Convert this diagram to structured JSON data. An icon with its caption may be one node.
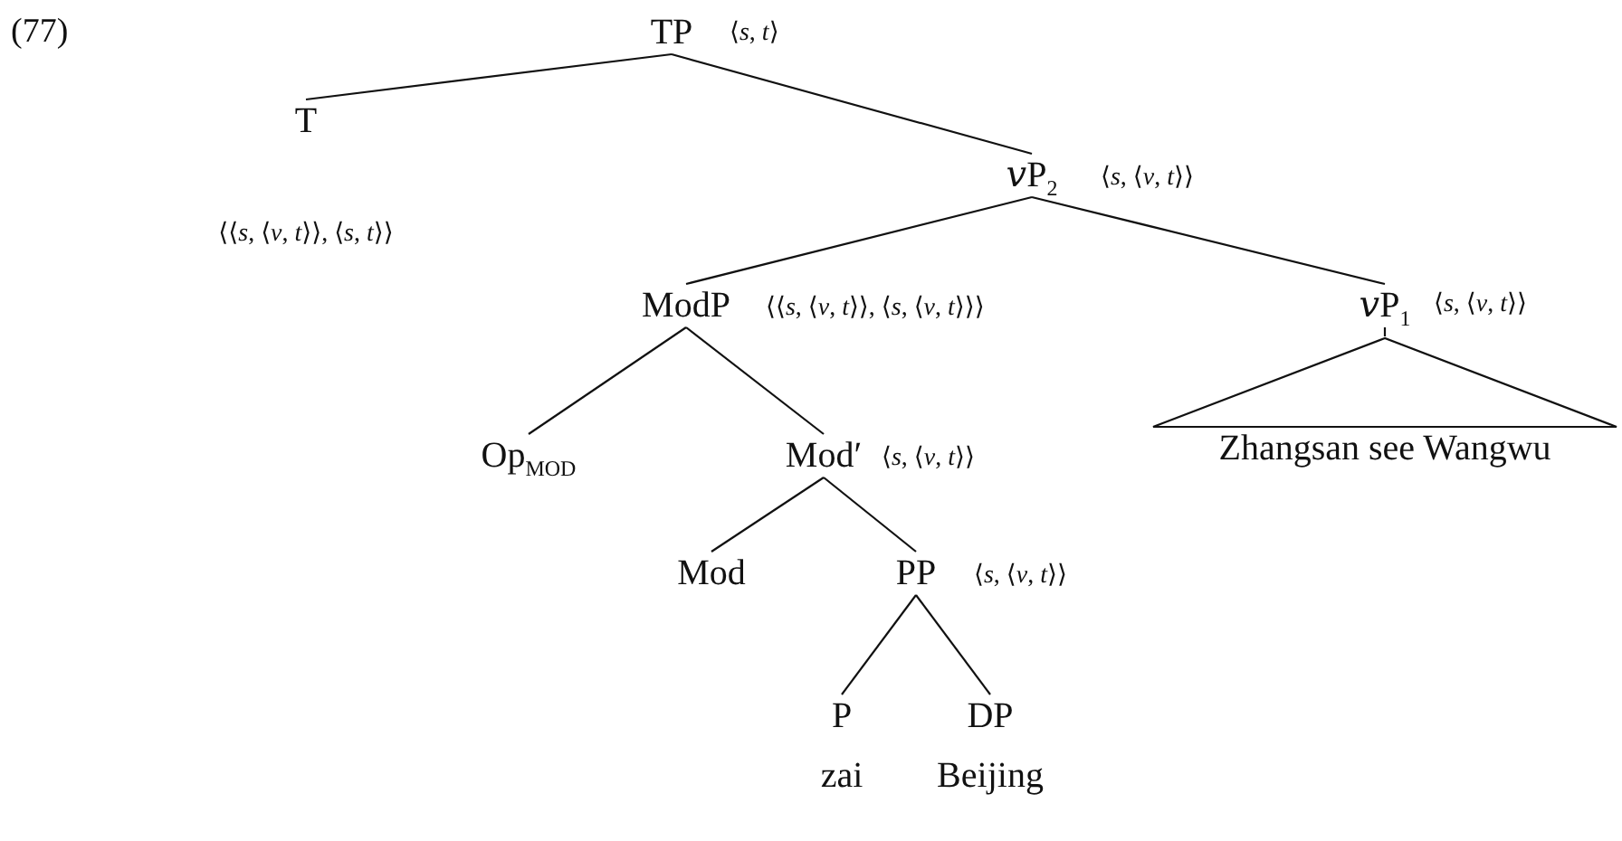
{
  "diagram": {
    "nodes": [
      {
        "text": [
          "TP"
        ],
        "beside": [
          "⟨*s*, *t*⟩"
        ]
      },
      {
        "text": [
          "T"
        ],
        "beside": [
          "⟨⟨*s*, ⟨*v*, *t*⟩⟩, ⟨*s*, *t*⟩⟩"
        ]
      },
      {
        "text": [
          "𝑣P$_{2}$"
        ],
        "beside": [
          "⟨*s*, ⟨*v*, *t*⟩⟩"
        ]
      },
      {
        "text": [
          "ModP"
        ],
        "beside": [
          "⟨⟨*s*, ⟨*v*, *t*⟩⟩, ⟨*s*, ⟨*v*, *t*⟩⟩⟩"
        ]
      },
      {
        "text": [
          "𝑣P$_{1}$"
        ],
        "beside": [
          "⟨*s*, ⟨*v*, *t*⟩⟩"
        ]
      },
      {
        "text": [
          "Zhangsan see Wangwu"
        ]
      },
      {
        "text": [
          "Op$_{MOD}$"
        ]
      },
      {
        "text": [
          "Mod′"
        ],
        "beside": [
          "⟨*s*, ⟨*v*, *t*⟩⟩"
        ]
      },
      {
        "text": [
          "Mod"
        ]
      },
      {
        "text": [
          "PP"
        ],
        "beside": [
          "⟨*s*, ⟨*v*, *t*⟩⟩"
        ]
      },
      {
        "text": [
          "P",
          "zai"
        ]
      },
      {
        "text": [
          "DP",
          "Beijing"
        ]
      }
    ],
    "edges": [
      {
        "from": 0,
        "to": 1,
        "arrow": "none"
      },
      {
        "from": 0,
        "to": 2,
        "arrow": "none"
      },
      {
        "from": 2,
        "to": 3,
        "arrow": "none"
      },
      {
        "from": 2,
        "to": 4,
        "arrow": "none"
      },
      {
        "from": 4,
        "to": 5,
        "arrow": "none"
      },
      {
        "from": 3,
        "to": 6,
        "arrow": "none"
      },
      {
        "from": 3,
        "to": 7,
        "arrow": "none"
      },
      {
        "from": 7,
        "to": 8,
        "arrow": "none"
      },
      {
        "from": 7,
        "to": 9,
        "arrow": "none"
      },
      {
        "from": 9,
        "to": 10,
        "arrow": "none"
      },
      {
        "from": 9,
        "to": 11,
        "arrow": "none"
      }
    ],
    "labels": [
      "(77)"
    ]
  }
}
